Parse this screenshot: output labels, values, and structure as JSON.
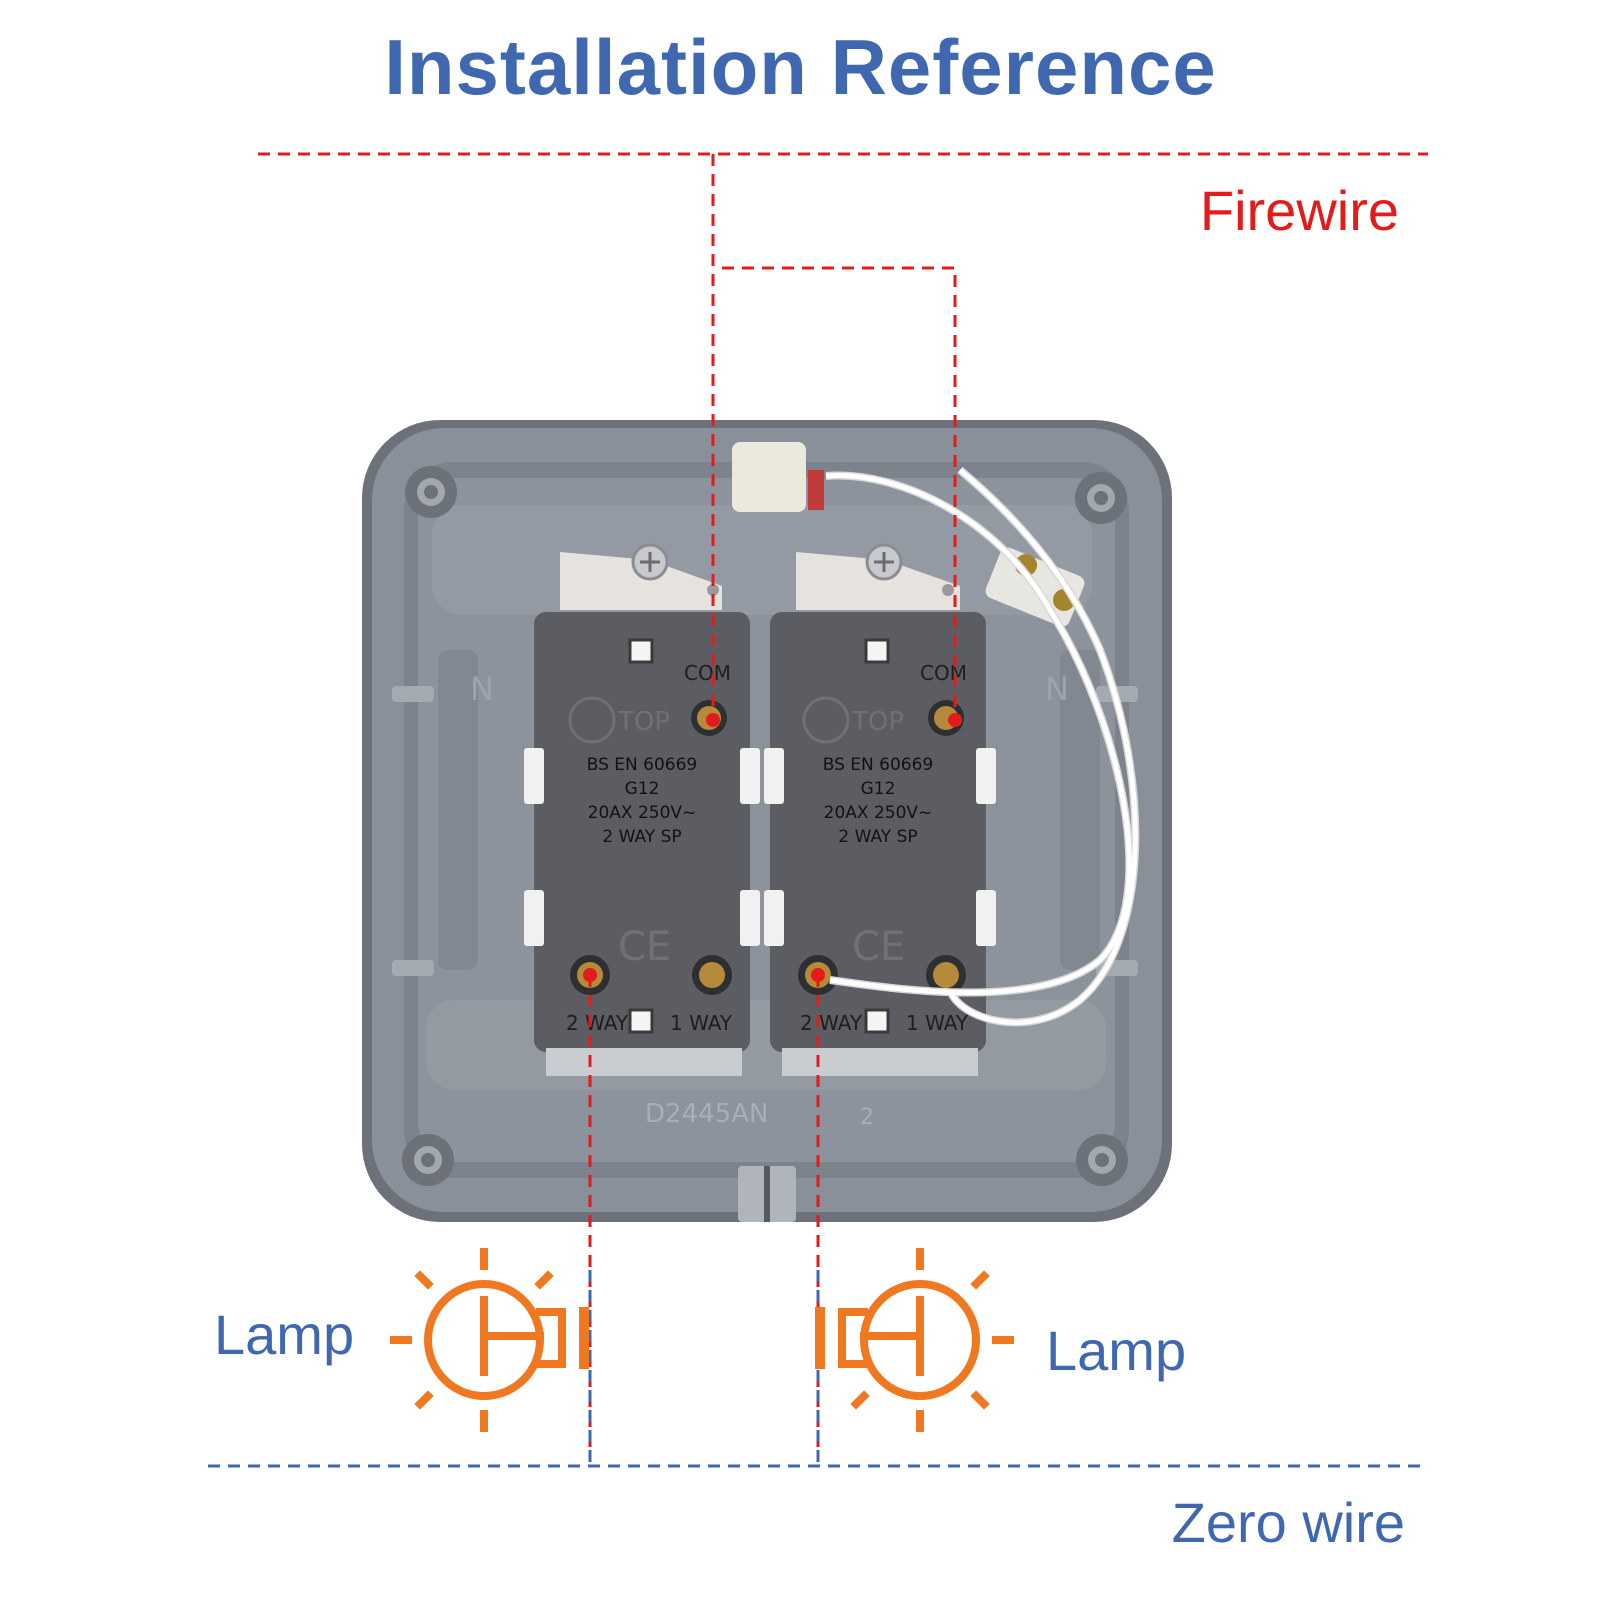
{
  "title": "Installation Reference",
  "labels": {
    "firewire": "Firewire",
    "lamp_left": "Lamp",
    "lamp_right": "Lamp",
    "zero_wire": "Zero wire"
  },
  "switch_modules": [
    {
      "com": "COM",
      "top": "TOP",
      "rating_lines": [
        "BS EN 60669",
        "G12",
        "20AX 250V~",
        "2 WAY SP"
      ],
      "ce": "CE",
      "way2": "2 WAY",
      "way1": "1 WAY"
    },
    {
      "com": "COM",
      "top": "TOP",
      "rating_lines": [
        "BS EN 60669",
        "G12",
        "20AX 250V~",
        "2 WAY SP"
      ],
      "ce": "CE",
      "way2": "2 WAY",
      "way1": "1 WAY"
    }
  ],
  "back_box": {
    "model": "D2445AN",
    "mark": "2",
    "side_mark_left": "N",
    "side_mark_right": "N"
  },
  "colors": {
    "title": "#3f68b1",
    "fire": "#e31b1b",
    "zero": "#3f68b1",
    "lamp": "#f07821",
    "housing": "#7b8089",
    "housing_inner": "#8a9099",
    "module": "#5b5d62",
    "terminal": "#b58a3a",
    "wire": "#ffffff"
  },
  "icons": {
    "lamp": "lamp-icon",
    "terminal": "screw-terminal-icon",
    "connector": "wire-connector-icon"
  }
}
